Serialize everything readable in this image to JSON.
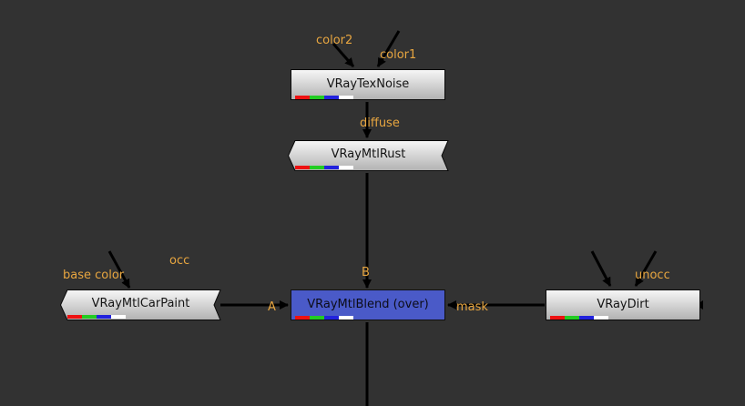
{
  "nodes": {
    "tex_noise": {
      "label": "VRayTexNoise"
    },
    "mtl_rust": {
      "label": "VRayMtlRust"
    },
    "car_paint": {
      "label": "VRayMtlCarPaint"
    },
    "mtl_blend": {
      "label": "VRayMtlBlend (over)"
    },
    "dirt": {
      "label": "VRayDirt"
    }
  },
  "inputs": {
    "tex_noise_color2": "color2",
    "tex_noise_color1": "color1",
    "rust_diffuse": "diffuse",
    "car_paint_base_color": "base color",
    "car_paint_occ": "occ",
    "blend_b": "B",
    "blend_a": "A",
    "blend_mask": "mask",
    "dirt_unocc": "unocc"
  },
  "channel_colors": [
    "#ee1111",
    "#22cc22",
    "#2222dd",
    "#ffffff"
  ],
  "selected_node_color": "#4a5ac8"
}
